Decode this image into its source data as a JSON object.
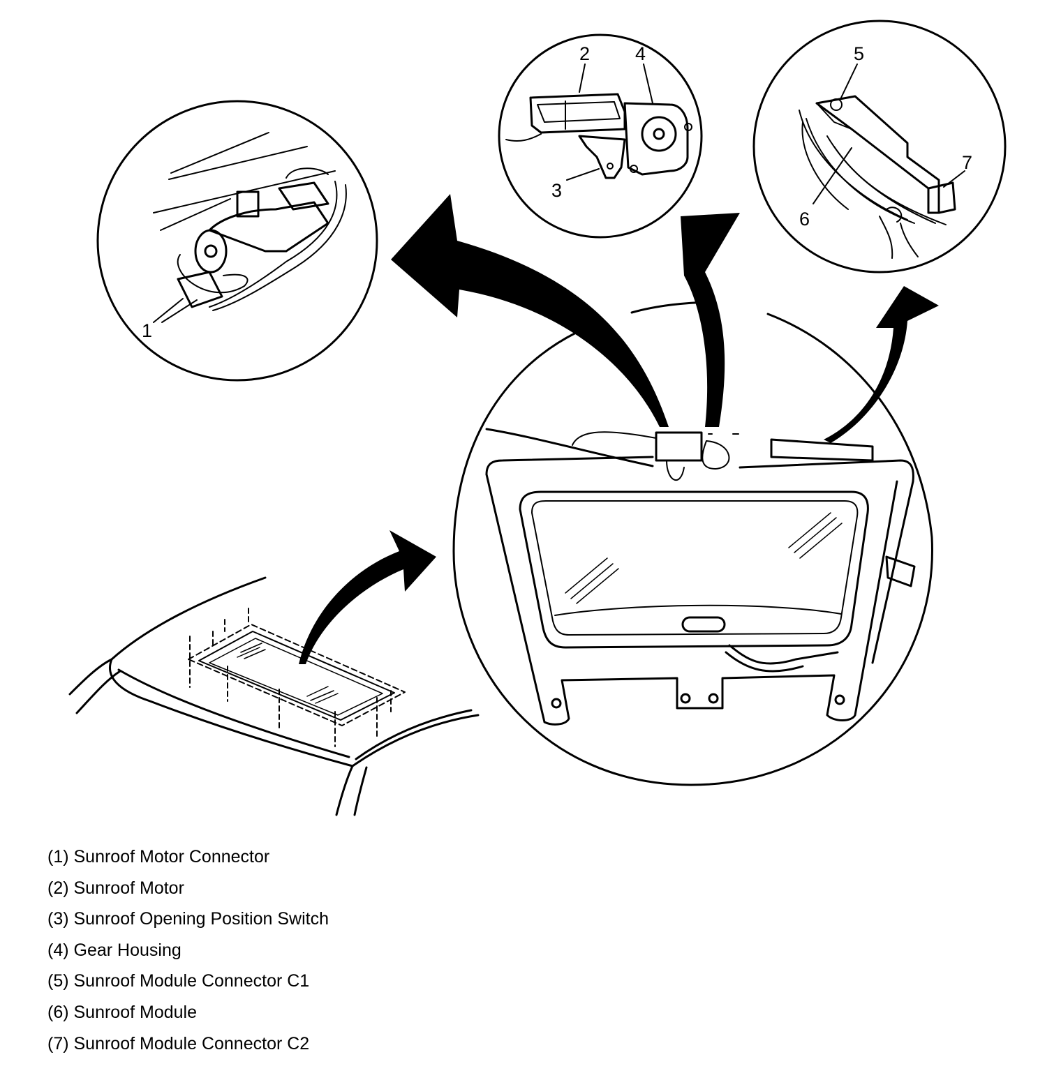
{
  "callouts": [
    {
      "num": "1"
    },
    {
      "num": "2"
    },
    {
      "num": "3"
    },
    {
      "num": "4"
    },
    {
      "num": "5"
    },
    {
      "num": "6"
    },
    {
      "num": "7"
    }
  ],
  "legend": [
    {
      "label": "(1) Sunroof Motor Connector"
    },
    {
      "label": "(2) Sunroof Motor"
    },
    {
      "label": "(3) Sunroof Opening Position Switch"
    },
    {
      "label": "(4) Gear Housing"
    },
    {
      "label": "(5) Sunroof Module Connector C1"
    },
    {
      "label": "(6) Sunroof Module"
    },
    {
      "label": "(7) Sunroof Module Connector C2"
    }
  ]
}
